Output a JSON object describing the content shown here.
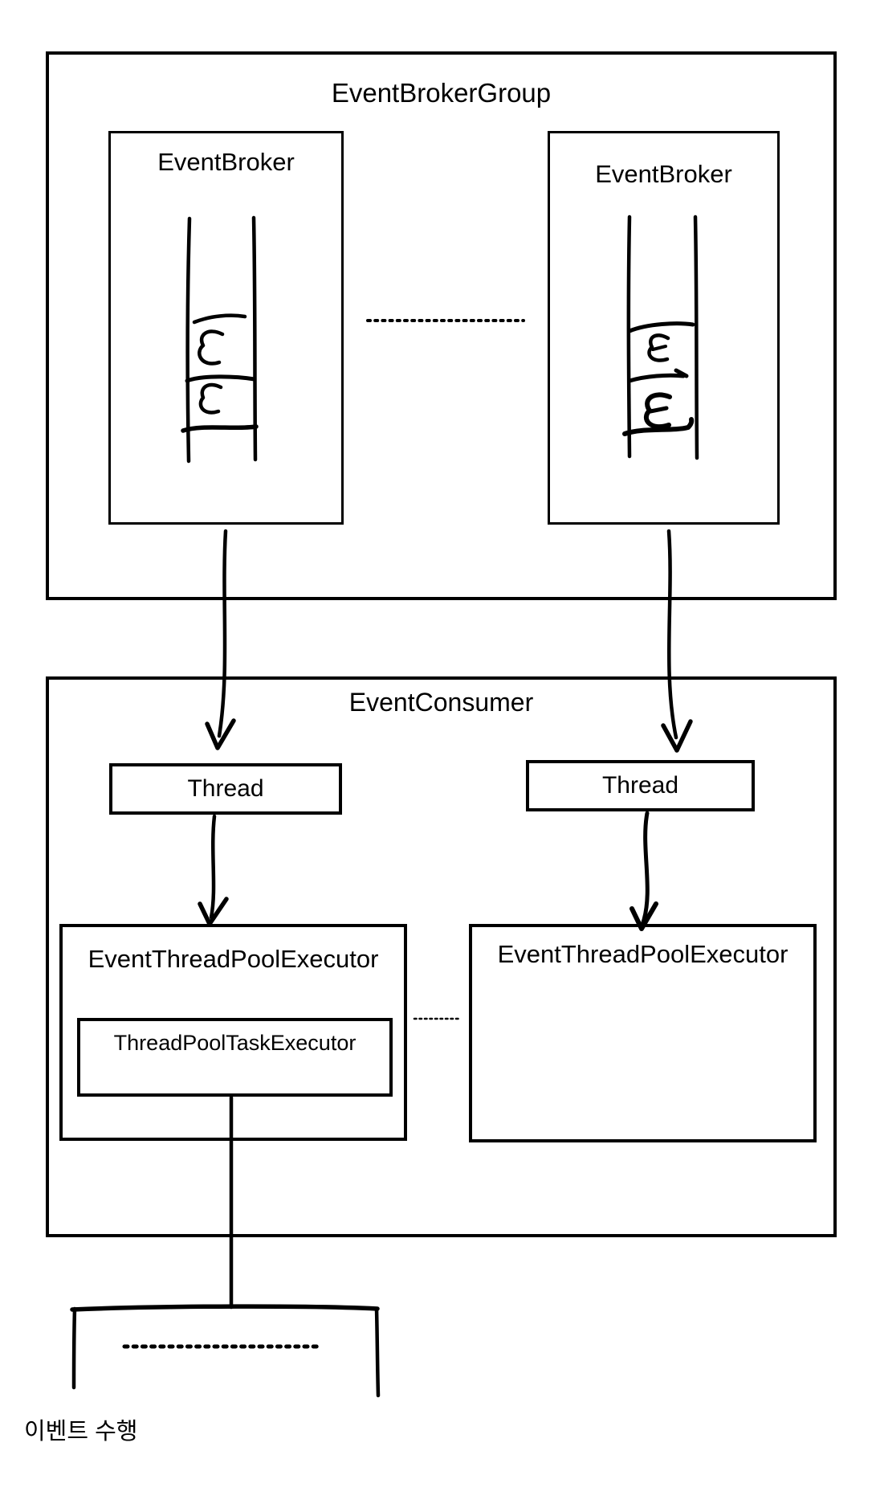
{
  "page": {
    "background": "#ffffff",
    "ink_color": "#000000"
  },
  "broker_group": {
    "title": "EventBrokerGroup",
    "brokers": [
      {
        "title": "EventBroker",
        "queue_events": [
          "E",
          "E"
        ]
      },
      {
        "title": "EventBroker",
        "queue_events": [
          "E",
          "E"
        ]
      }
    ],
    "separator_dots": "......................"
  },
  "consumer": {
    "title": "EventConsumer",
    "threads": [
      {
        "label": "Thread"
      },
      {
        "label": "Thread"
      }
    ],
    "executors": [
      {
        "title": "EventThreadPoolExecutor",
        "inner_title": "ThreadPoolTaskExecutor"
      },
      {
        "title": "EventThreadPoolExecutor"
      }
    ],
    "executors_separator_dots": "............"
  },
  "footer": {
    "pending_box_dots": "............................",
    "caption": "이벤트 수행"
  }
}
